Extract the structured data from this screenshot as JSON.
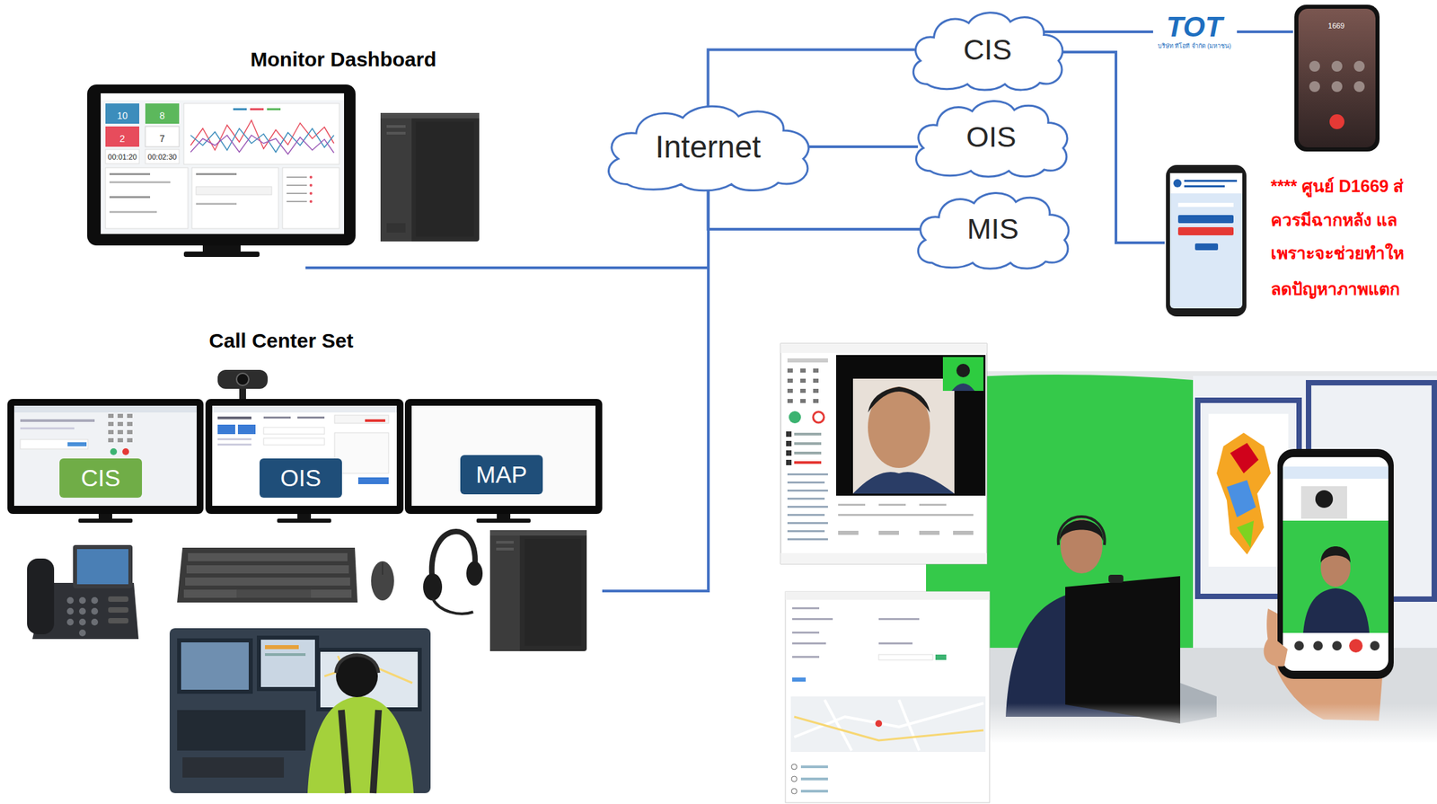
{
  "diagram": {
    "nodes": [
      {
        "text": [
          "Internet"
        ]
      },
      {
        "text": [
          "CIS"
        ]
      },
      {
        "text": [
          "OIS"
        ]
      },
      {
        "text": [
          "MIS"
        ]
      },
      {
        "text": [
          "CIS"
        ]
      },
      {
        "text": [
          "OIS"
        ]
      },
      {
        "text": [
          "MAP"
        ]
      }
    ],
    "edges": [
      {
        "from": 0,
        "to": 1,
        "arrow": "none"
      },
      {
        "from": 0,
        "to": 2,
        "arrow": "none"
      },
      {
        "from": 0,
        "to": 3,
        "arrow": "none"
      }
    ],
    "labels": [
      "Monitor Dashboard",
      "Call Center Set",
      "10",
      "8",
      "2",
      "7",
      "00:01:20",
      "00:02:30",
      "TOT",
      "บริษัท ทีโอที จำกัด (มหาชน)",
      "1669",
      "**** ศูนย์ D1669 ส่",
      "ควรมีฉากหลัง แล",
      "เพราะจะช่วยทำให",
      "ลดปัญหาภาพแตก"
    ]
  }
}
